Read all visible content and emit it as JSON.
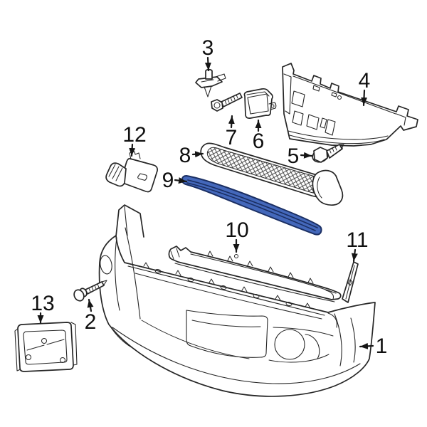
{
  "diagram": {
    "kind": "exploded-parts-diagram",
    "highlighted_part_number": "9"
  },
  "colors": {
    "background": "#ffffff",
    "line": "#262626",
    "label": "#0f0f0f",
    "highlight_fill": "#4468bb",
    "highlight_outline": "#1b2f63"
  },
  "callouts": [
    {
      "label": "1"
    },
    {
      "label": "2"
    },
    {
      "label": "3"
    },
    {
      "label": "4"
    },
    {
      "label": "5"
    },
    {
      "label": "6"
    },
    {
      "label": "7"
    },
    {
      "label": "8"
    },
    {
      "label": "9"
    },
    {
      "label": "10"
    },
    {
      "label": "11"
    },
    {
      "label": "12"
    },
    {
      "label": "13"
    }
  ]
}
